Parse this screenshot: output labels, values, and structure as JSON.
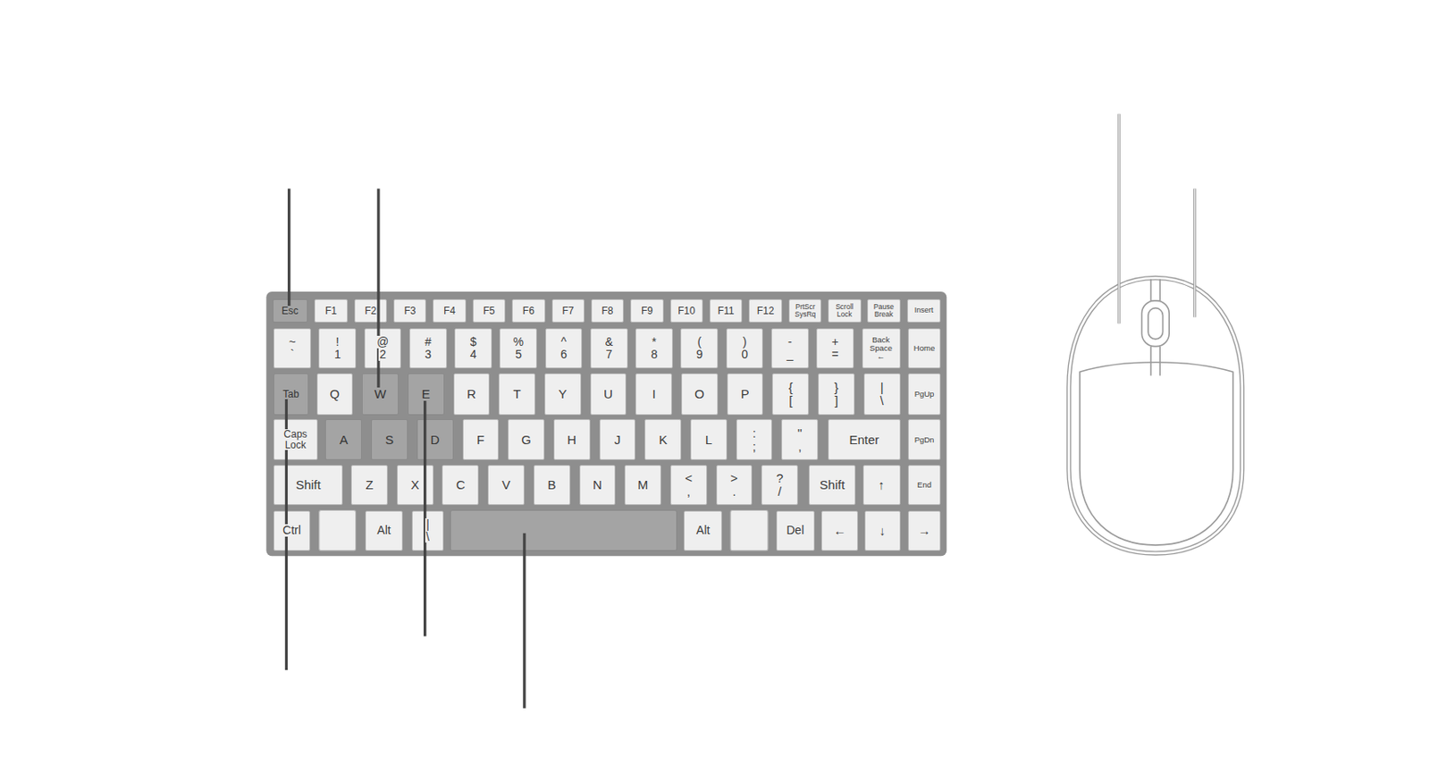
{
  "diagram": {
    "nodes": [
      {
        "text": [
          "Esc"
        ]
      },
      {
        "text": [
          "F1"
        ]
      },
      {
        "text": [
          "F2"
        ]
      },
      {
        "text": [
          "F3"
        ]
      },
      {
        "text": [
          "F4"
        ]
      },
      {
        "text": [
          "F5"
        ]
      },
      {
        "text": [
          "F6"
        ]
      },
      {
        "text": [
          "F7"
        ]
      },
      {
        "text": [
          "F8"
        ]
      },
      {
        "text": [
          "F9"
        ]
      },
      {
        "text": [
          "F10"
        ]
      },
      {
        "text": [
          "F11"
        ]
      },
      {
        "text": [
          "F12"
        ]
      },
      {
        "text": [
          "PrtScr SysRq"
        ]
      },
      {
        "text": [
          "Scroll Lock"
        ]
      },
      {
        "text": [
          "Pause Break"
        ]
      },
      {
        "text": [
          "Insert"
        ]
      },
      {
        "text": [
          "~",
          "`"
        ]
      },
      {
        "text": [
          "!",
          "1"
        ]
      },
      {
        "text": [
          "@",
          "2"
        ]
      },
      {
        "text": [
          "#",
          "3"
        ]
      },
      {
        "text": [
          "$",
          "4"
        ]
      },
      {
        "text": [
          "%",
          "5"
        ]
      },
      {
        "text": [
          "^",
          "6"
        ]
      },
      {
        "text": [
          "&",
          "7"
        ]
      },
      {
        "text": [
          "*",
          "8"
        ]
      },
      {
        "text": [
          "(",
          "9"
        ]
      },
      {
        "text": [
          ")",
          "0"
        ]
      },
      {
        "text": [
          "-",
          "_"
        ]
      },
      {
        "text": [
          "+",
          "="
        ]
      },
      {
        "text": [
          "Back Space",
          "←"
        ]
      },
      {
        "text": [
          "Home"
        ]
      },
      {
        "text": [
          "Tab"
        ]
      },
      {
        "text": [
          "Q"
        ]
      },
      {
        "text": [
          "W"
        ]
      },
      {
        "text": [
          "E"
        ]
      },
      {
        "text": [
          "R"
        ]
      },
      {
        "text": [
          "T"
        ]
      },
      {
        "text": [
          "Y"
        ]
      },
      {
        "text": [
          "U"
        ]
      },
      {
        "text": [
          "I"
        ]
      },
      {
        "text": [
          "O"
        ]
      },
      {
        "text": [
          "P"
        ]
      },
      {
        "text": [
          "{",
          "["
        ]
      },
      {
        "text": [
          "}",
          "]"
        ]
      },
      {
        "text": [
          "|",
          "\\"
        ]
      },
      {
        "text": [
          "PgUp"
        ]
      },
      {
        "text": [
          "Caps Lock"
        ]
      },
      {
        "text": [
          "A"
        ]
      },
      {
        "text": [
          "S"
        ]
      },
      {
        "text": [
          "D"
        ]
      },
      {
        "text": [
          "F"
        ]
      },
      {
        "text": [
          "G"
        ]
      },
      {
        "text": [
          "H"
        ]
      },
      {
        "text": [
          "J"
        ]
      },
      {
        "text": [
          "K"
        ]
      },
      {
        "text": [
          "L"
        ]
      },
      {
        "text": [
          ":",
          ";"
        ]
      },
      {
        "text": [
          "\"",
          ","
        ]
      },
      {
        "text": [
          "Enter"
        ]
      },
      {
        "text": [
          "PgDn"
        ]
      },
      {
        "text": [
          "Shift"
        ]
      },
      {
        "text": [
          "Z"
        ]
      },
      {
        "text": [
          "X"
        ]
      },
      {
        "text": [
          "C"
        ]
      },
      {
        "text": [
          "V"
        ]
      },
      {
        "text": [
          "B"
        ]
      },
      {
        "text": [
          "N"
        ]
      },
      {
        "text": [
          "M"
        ]
      },
      {
        "text": [
          "<",
          ","
        ]
      },
      {
        "text": [
          ">",
          "."
        ]
      },
      {
        "text": [
          "?",
          "/"
        ]
      },
      {
        "text": [
          "Shift"
        ]
      },
      {
        "text": [
          "↑"
        ]
      },
      {
        "text": [
          "End"
        ]
      },
      {
        "text": [
          "Ctrl"
        ]
      },
      {
        "text": [
          "Alt"
        ]
      },
      {
        "text": [
          "|",
          "\\"
        ]
      },
      {
        "text": [
          "Alt"
        ]
      },
      {
        "text": [
          "Del"
        ]
      },
      {
        "text": [
          "←"
        ]
      },
      {
        "text": [
          "↓"
        ]
      },
      {
        "text": [
          "→"
        ]
      }
    ]
  }
}
